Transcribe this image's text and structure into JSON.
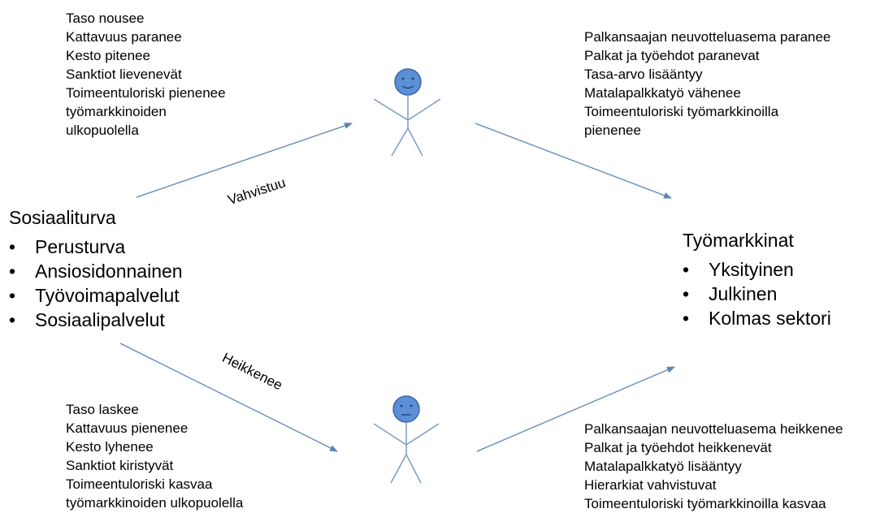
{
  "top_left": {
    "lines": [
      "Taso nousee",
      "Kattavuus paranee",
      "Kesto pitenee",
      "Sanktiot lievenevät",
      "Toimeentuloriski pienenee",
      "työmarkkinoiden",
      "ulkopuolella"
    ]
  },
  "top_right": {
    "lines": [
      "Palkansaajan neuvotteluasema paranee",
      "Palkat ja työehdot paranevat",
      "Tasa-arvo lisääntyy",
      "Matalapalkkatyö vähenee",
      "Toimeentuloriski työmarkkinoilla",
      "pienenee"
    ]
  },
  "left_main": {
    "title": "Sosiaaliturva",
    "items": [
      "Perusturva",
      "Ansiosidonnainen",
      "Työvoimapalvelut",
      "Sosiaalipalvelut"
    ]
  },
  "right_main": {
    "title": "Työmarkkinat",
    "items": [
      "Yksityinen",
      "Julkinen",
      "Kolmas sektori"
    ]
  },
  "arrow_labels": {
    "strengthens": "Vahvistuu",
    "weakens": "Heikkenee"
  },
  "bottom_left": {
    "lines": [
      "Taso laskee",
      "Kattavuus pienenee",
      "Kesto lyhenee",
      "Sanktiot kiristyvät",
      "Toimeentuloriski kasvaa",
      "työmarkkinoiden ulkopuolella"
    ]
  },
  "bottom_right": {
    "lines": [
      "Palkansaajan neuvotteluasema heikkenee",
      "Palkat ja työehdot heikkenevät",
      "Matalapalkkatyö lisääntyy",
      "Hierarkiat vahvistuvat",
      "Toimeentuloriski työmarkkinoilla kasvaa"
    ]
  },
  "colors": {
    "arrow": "#5b86b5",
    "figure_stroke": "#7a9cc6",
    "head_fill": "#5b8fd6",
    "head_stroke": "#3a66a8"
  }
}
